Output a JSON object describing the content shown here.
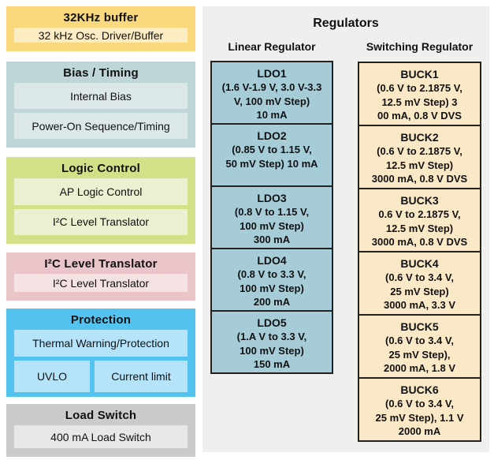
{
  "palette": {
    "page_bg": "#FFFFFF",
    "panel_bg": "#F0EFED",
    "block_border": "#222222",
    "ldo_fill": "#A6CCD8",
    "buck_fill": "#FBE8C7",
    "yellow_outer": "#FAD97E",
    "yellow_inner": "#FCECC3",
    "teal_outer": "#BFD6D8",
    "teal_inner": "#DCE8E8",
    "green_outer": "#D4E087",
    "green_inner": "#EAF0D0",
    "pink_outer": "#E9C4C8",
    "pink_inner": "#F5E2E3",
    "blue_outer": "#54C3F0",
    "blue_inner": "#B5E4FA",
    "gray_outer": "#CBCBCB",
    "gray_inner": "#E8E7E5"
  },
  "left_column": {
    "groups": [
      {
        "title": "32KHz buffer",
        "items": [
          "32 kHz Osc. Driver/Buffer"
        ]
      },
      {
        "title": "Bias / Timing",
        "items": [
          "Internal Bias",
          "Power-On Sequence/Timing"
        ]
      },
      {
        "title": "Logic Control",
        "items": [
          "AP Logic Control",
          "I²C Level Translator"
        ]
      },
      {
        "title": "I²C Level Translator",
        "items": [
          "I²C Level Translator"
        ]
      },
      {
        "title": "Protection",
        "items": [
          "Thermal Warning/Protection",
          "UVLO",
          "Current limit"
        ]
      },
      {
        "title": "Load Switch",
        "items": [
          "400 mA Load Switch"
        ]
      }
    ]
  },
  "regulators": {
    "title": "Regulators",
    "columns": [
      {
        "header": "Linear Regulator",
        "type": "linear",
        "blocks": [
          {
            "name": "LDO1",
            "body": "(1.6 V-1.9 V, 3.0 V-3.3\nV, 100 mV Step)\n10 mA"
          },
          {
            "name": "LDO2",
            "body": "(0.85 V to 1.15 V,\n50 mV Step) 10 mA"
          },
          {
            "name": "LDO3",
            "body": "(0.8 V to 1.15 V,\n100 mV Step)\n300 mA"
          },
          {
            "name": "LDO4",
            "body": "(0.8 V to 3.3 V,\n100 mV Step)\n200 mA"
          },
          {
            "name": "LDO5",
            "body": "(1.A V to 3.3 V,\n100 mV Step)\n150 mA"
          }
        ]
      },
      {
        "header": "Switching Regulator",
        "type": "switching",
        "blocks": [
          {
            "name": "BUCK1",
            "body": "(0.6 V to 2.1875 V,\n12.5 mV Step) 3\n00 mA, 0.8 V DVS"
          },
          {
            "name": "BUCK2",
            "body": "(0.6 V to 2.1875 V,\n12.5 mV Step)\n3000 mA, 0.8 V DVS"
          },
          {
            "name": "BUCK3",
            "body": "0.6 V to 2.1875 V,\n12.5 mV Step)\n3000 mA, 0.8 V DVS"
          },
          {
            "name": "BUCK4",
            "body": "(0.6 V to 3.4 V,\n25 mV Step)\n3000 mA, 3.3 V"
          },
          {
            "name": "BUCK5",
            "body": "(0.6 V to 3.4 V,\n25 mV Step),\n2000 mA, 1.8 V"
          },
          {
            "name": "BUCK6",
            "body": "(0.6 V to 3.4 V,\n25 mV Step), 1.1 V\n2000 mA"
          }
        ]
      }
    ]
  }
}
